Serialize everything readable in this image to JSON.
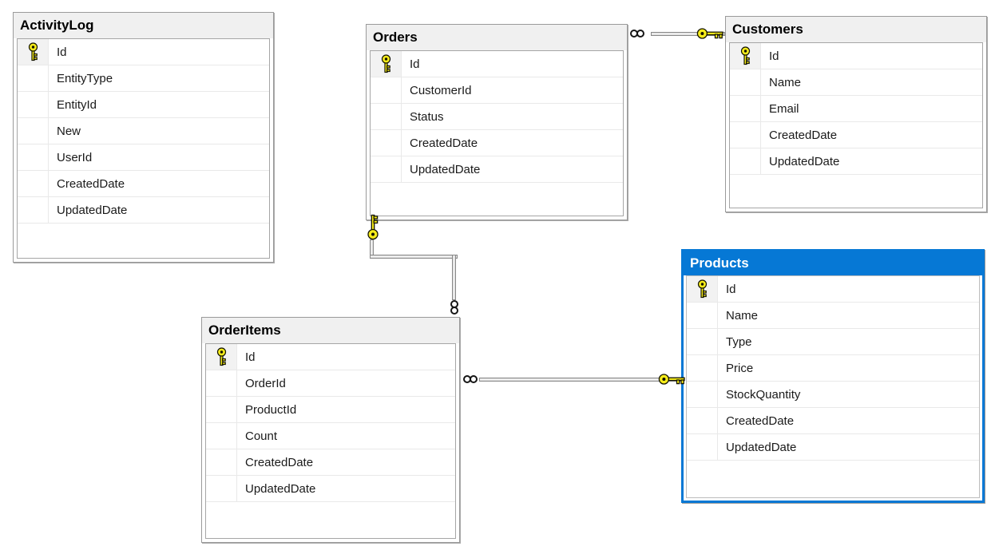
{
  "diagram": {
    "background_color": "#ffffff",
    "accent_color": "#0678d5",
    "key_icon_color": "#f6ec1a",
    "header_bg_color": "#f0f0f0",
    "connector_color": "#8a8a8a",
    "tables": [
      {
        "name": "ActivityLog",
        "selected": false,
        "columns": [
          {
            "name": "Id",
            "pk": true
          },
          {
            "name": "EntityType",
            "pk": false
          },
          {
            "name": "EntityId",
            "pk": false
          },
          {
            "name": "New",
            "pk": false
          },
          {
            "name": "UserId",
            "pk": false
          },
          {
            "name": "CreatedDate",
            "pk": false
          },
          {
            "name": "UpdatedDate",
            "pk": false
          }
        ]
      },
      {
        "name": "Orders",
        "selected": false,
        "columns": [
          {
            "name": "Id",
            "pk": true
          },
          {
            "name": "CustomerId",
            "pk": false
          },
          {
            "name": "Status",
            "pk": false
          },
          {
            "name": "CreatedDate",
            "pk": false
          },
          {
            "name": "UpdatedDate",
            "pk": false
          }
        ]
      },
      {
        "name": "Customers",
        "selected": false,
        "columns": [
          {
            "name": "Id",
            "pk": true
          },
          {
            "name": "Name",
            "pk": false
          },
          {
            "name": "Email",
            "pk": false
          },
          {
            "name": "CreatedDate",
            "pk": false
          },
          {
            "name": "UpdatedDate",
            "pk": false
          }
        ]
      },
      {
        "name": "OrderItems",
        "selected": false,
        "columns": [
          {
            "name": "Id",
            "pk": true
          },
          {
            "name": "OrderId",
            "pk": false
          },
          {
            "name": "ProductId",
            "pk": false
          },
          {
            "name": "Count",
            "pk": false
          },
          {
            "name": "CreatedDate",
            "pk": false
          },
          {
            "name": "UpdatedDate",
            "pk": false
          }
        ]
      },
      {
        "name": "Products",
        "selected": true,
        "columns": [
          {
            "name": "Id",
            "pk": true
          },
          {
            "name": "Name",
            "pk": false
          },
          {
            "name": "Type",
            "pk": false
          },
          {
            "name": "Price",
            "pk": false
          },
          {
            "name": "StockQuantity",
            "pk": false
          },
          {
            "name": "CreatedDate",
            "pk": false
          },
          {
            "name": "UpdatedDate",
            "pk": false
          }
        ]
      }
    ],
    "relationships": [
      {
        "from_table": "Orders",
        "from_cardinality": "many",
        "to_table": "Customers",
        "to_cardinality": "one"
      },
      {
        "from_table": "OrderItems",
        "from_cardinality": "many",
        "to_table": "Orders",
        "to_cardinality": "one"
      },
      {
        "from_table": "OrderItems",
        "from_cardinality": "many",
        "to_table": "Products",
        "to_cardinality": "one"
      }
    ],
    "icons": {
      "primary_key": "key-icon",
      "many_end": "infinity-circles-icon",
      "one_end": "key-icon"
    }
  }
}
